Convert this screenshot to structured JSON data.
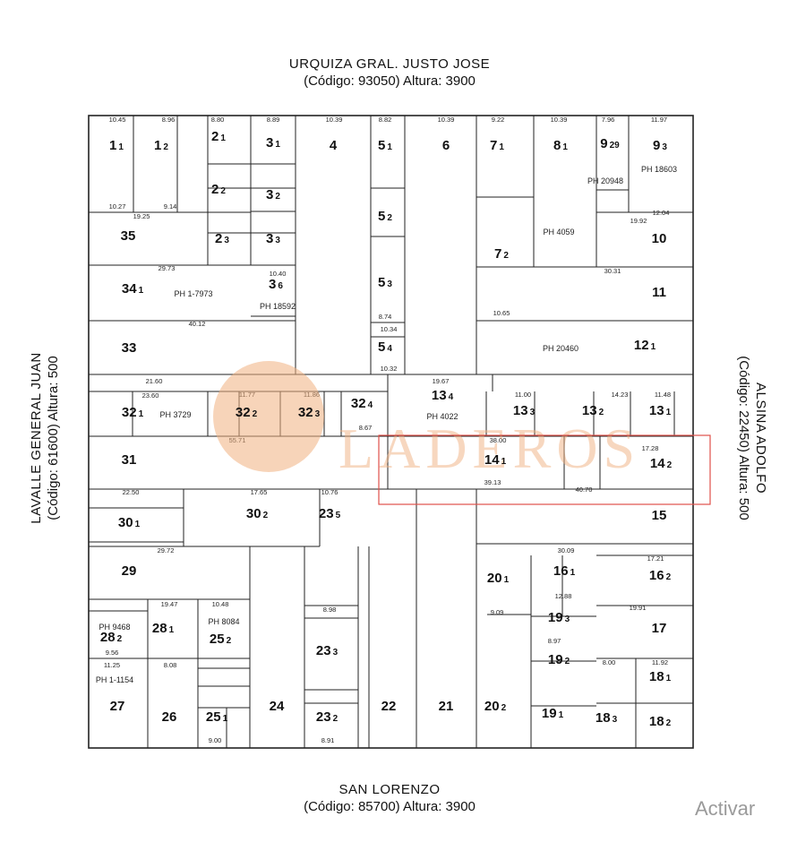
{
  "streets": {
    "north": {
      "name": "URQUIZA GRAL. JUSTO JOSE",
      "code": "(Código: 93050) Altura: 3900"
    },
    "south": {
      "name": "SAN LORENZO",
      "code": "(Código: 85700) Altura: 3900"
    },
    "west": {
      "name": "LAVALLE GENERAL JUAN",
      "code": "(Código: 61600) Altura: 500"
    },
    "east": {
      "name": "ALSINA ADOLFO",
      "code": "(Código: 22450) Altura: 500"
    }
  },
  "watermark": {
    "text": "LADEROS",
    "color": "#f0b080"
  },
  "highlight_color": "#e0504a",
  "parcels": [
    {
      "id": "1",
      "sub": "1"
    },
    {
      "id": "1",
      "sub": "2"
    },
    {
      "id": "2",
      "sub": "1"
    },
    {
      "id": "3",
      "sub": "1"
    },
    {
      "id": "4",
      "sub": ""
    },
    {
      "id": "5",
      "sub": "1"
    },
    {
      "id": "6",
      "sub": ""
    },
    {
      "id": "7",
      "sub": "1"
    },
    {
      "id": "8",
      "sub": "1"
    },
    {
      "id": "9",
      "sub": "29"
    },
    {
      "id": "9",
      "sub": "3"
    },
    {
      "id": "2",
      "sub": "2"
    },
    {
      "id": "3",
      "sub": "2"
    },
    {
      "id": "35",
      "sub": ""
    },
    {
      "id": "2",
      "sub": "3"
    },
    {
      "id": "3",
      "sub": "3"
    },
    {
      "id": "5",
      "sub": "2"
    },
    {
      "id": "7",
      "sub": "2"
    },
    {
      "id": "10",
      "sub": ""
    },
    {
      "id": "34",
      "sub": "1"
    },
    {
      "id": "3",
      "sub": "6"
    },
    {
      "id": "5",
      "sub": "3"
    },
    {
      "id": "11",
      "sub": ""
    },
    {
      "id": "33",
      "sub": ""
    },
    {
      "id": "5",
      "sub": "4"
    },
    {
      "id": "12",
      "sub": "1"
    },
    {
      "id": "32",
      "sub": "1"
    },
    {
      "id": "32",
      "sub": "2"
    },
    {
      "id": "32",
      "sub": "3"
    },
    {
      "id": "32",
      "sub": "4"
    },
    {
      "id": "13",
      "sub": "4"
    },
    {
      "id": "13",
      "sub": "3"
    },
    {
      "id": "13",
      "sub": "2"
    },
    {
      "id": "13",
      "sub": "1"
    },
    {
      "id": "31",
      "sub": ""
    },
    {
      "id": "14",
      "sub": "1"
    },
    {
      "id": "14",
      "sub": "2"
    },
    {
      "id": "30",
      "sub": "1"
    },
    {
      "id": "30",
      "sub": "2"
    },
    {
      "id": "23",
      "sub": "5"
    },
    {
      "id": "15",
      "sub": ""
    },
    {
      "id": "29",
      "sub": ""
    },
    {
      "id": "20",
      "sub": "1"
    },
    {
      "id": "16",
      "sub": "1"
    },
    {
      "id": "16",
      "sub": "2"
    },
    {
      "id": "28",
      "sub": "2"
    },
    {
      "id": "28",
      "sub": "1"
    },
    {
      "id": "25",
      "sub": "2"
    },
    {
      "id": "23",
      "sub": "3"
    },
    {
      "id": "19",
      "sub": "3"
    },
    {
      "id": "17",
      "sub": ""
    },
    {
      "id": "19",
      "sub": "2"
    },
    {
      "id": "18",
      "sub": "1"
    },
    {
      "id": "27",
      "sub": ""
    },
    {
      "id": "26",
      "sub": ""
    },
    {
      "id": "25",
      "sub": "1"
    },
    {
      "id": "24",
      "sub": ""
    },
    {
      "id": "23",
      "sub": "2"
    },
    {
      "id": "22",
      "sub": ""
    },
    {
      "id": "21",
      "sub": ""
    },
    {
      "id": "20",
      "sub": "2"
    },
    {
      "id": "19",
      "sub": "1"
    },
    {
      "id": "18",
      "sub": "3"
    },
    {
      "id": "18",
      "sub": "2"
    }
  ],
  "ph_labels": [
    "PH 1-7973",
    "PH 18592",
    "PH 20948",
    "PH 18603",
    "PH 4059",
    "PH 20460",
    "PH 3729",
    "PH 4022",
    "PH 9468",
    "PH 8084",
    "PH 1-1154"
  ],
  "dimensions": [
    "10.45",
    "8.96",
    "8.80",
    "8.89",
    "10.39",
    "8.82",
    "10.39",
    "9.22",
    "10.39",
    "7.96",
    "11.97",
    "10.27",
    "9.14",
    "19.25",
    "29.73",
    "40.12",
    "21.60",
    "23.60",
    "55.71",
    "22.50",
    "29.72",
    "17.65",
    "10.76",
    "40.70",
    "30.31",
    "19.92",
    "12.04",
    "11.48",
    "14.23",
    "17.28",
    "39.13",
    "30.09",
    "17.21",
    "12.88",
    "19.91",
    "11.92",
    "8.00",
    "8.97",
    "9.09",
    "10.65",
    "11.25",
    "9.56",
    "8.08",
    "9.00",
    "8.91",
    "19.67",
    "38.00",
    "10.32",
    "10.34",
    "8.74",
    "10.40",
    "11.77",
    "11.86",
    "8.67",
    "10.48",
    "19.47",
    "8.98",
    "11.00"
  ]
}
